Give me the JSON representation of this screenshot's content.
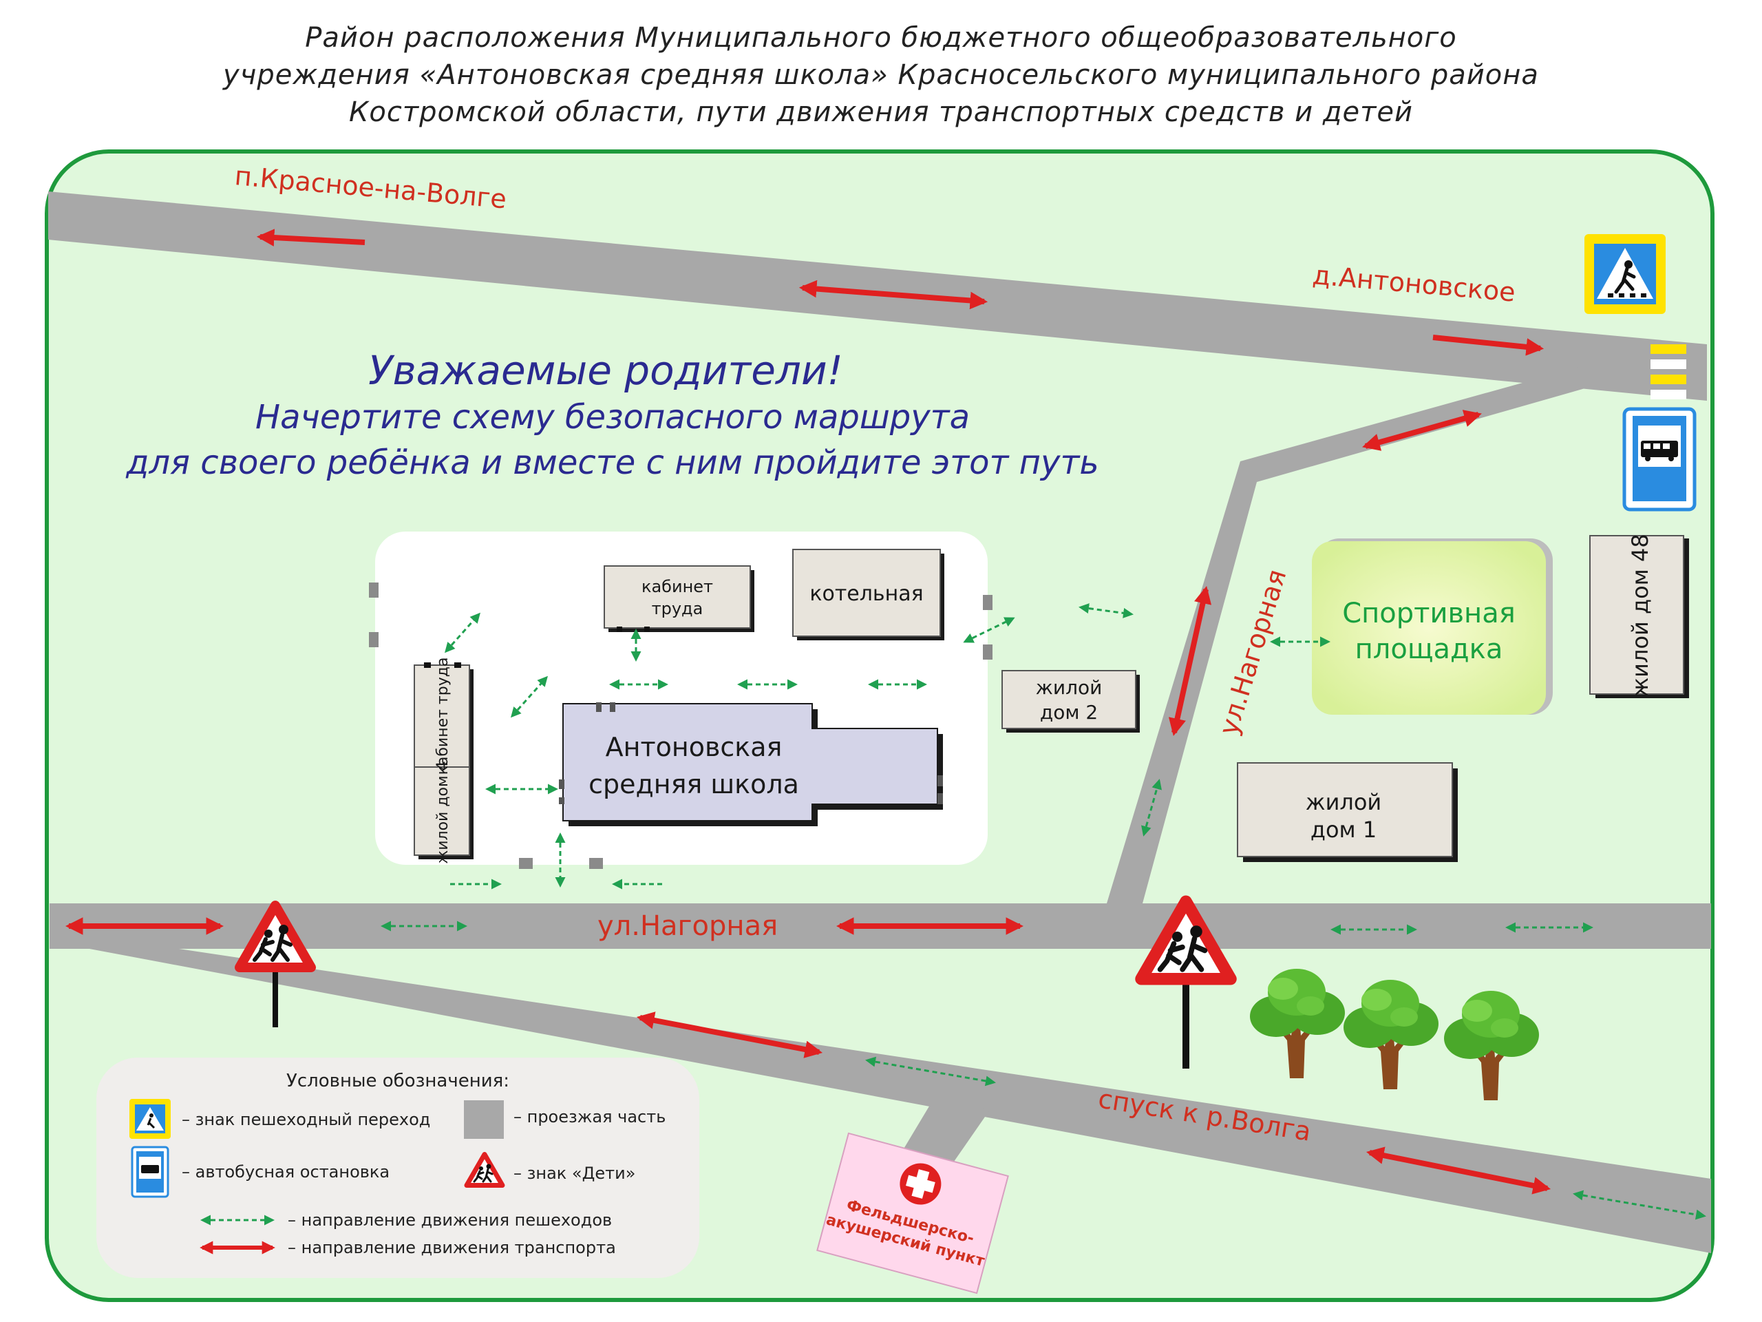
{
  "title": {
    "line1": "Район расположения Муниципального бюджетного общеобразовательного",
    "line2": "учреждения «Антоновская средняя школа» Красносельского муниципального района",
    "line3": "Костромской области, пути движения транспортных средств и детей"
  },
  "appeal": {
    "heading": "Уважаемые родители!",
    "line1": "Начертите схему безопасного маршрута",
    "line2": "для своего ребёнка и вместе с ним пройдите этот путь"
  },
  "roads": {
    "krasnoe": "п.Красное-на-Волге",
    "antonovskoe": "д.Антоновское",
    "nagornaya_main": "ул.Нагорная",
    "nagornaya_side": "ул.Нагорная",
    "spusk": "спуск к р.Волга"
  },
  "buildings": {
    "school_line1": "Антоновская",
    "school_line2": "средняя школа",
    "kabinet_top_line1": "кабинет",
    "kabinet_top_line2": "труда",
    "kotelnaya": "котельная",
    "kabinet_side": "кабинет труда",
    "house4": "жилой дом 4",
    "house2_line1": "жилой",
    "house2_line2": "дом 2",
    "house1_line1": "жилой",
    "house1_line2": "дом 1",
    "house48": "жилой дом 48",
    "sport_line1": "Спортивная",
    "sport_line2": "площадка",
    "medical_line1": "Фельдшерско-",
    "medical_line2": "акушерский пункт"
  },
  "legend": {
    "title": "Условные обозначения:",
    "crossing": "– знак пешеходный переход",
    "road": "– проезжая часть",
    "bus": "– автобусная остановка",
    "children": "– знак «Дети»",
    "pedestrian": "– направление движения пешеходов",
    "transport": "– направление движения транспорта"
  },
  "colors": {
    "background": "#e0f8dc",
    "border": "#1e9a3c",
    "road": "#a8a8a8",
    "transport_arrow": "#e02020",
    "pedestrian_arrow": "#20a050",
    "appeal_text": "#2a2a90",
    "road_label": "#d03020",
    "sport_text": "#1aa040"
  },
  "icons": {
    "crossing_sign": "pedestrian-crossing-icon",
    "bus_sign": "bus-stop-icon",
    "children_sign": "children-warning-icon",
    "first_aid": "red-cross-icon",
    "tree": "tree-icon"
  }
}
